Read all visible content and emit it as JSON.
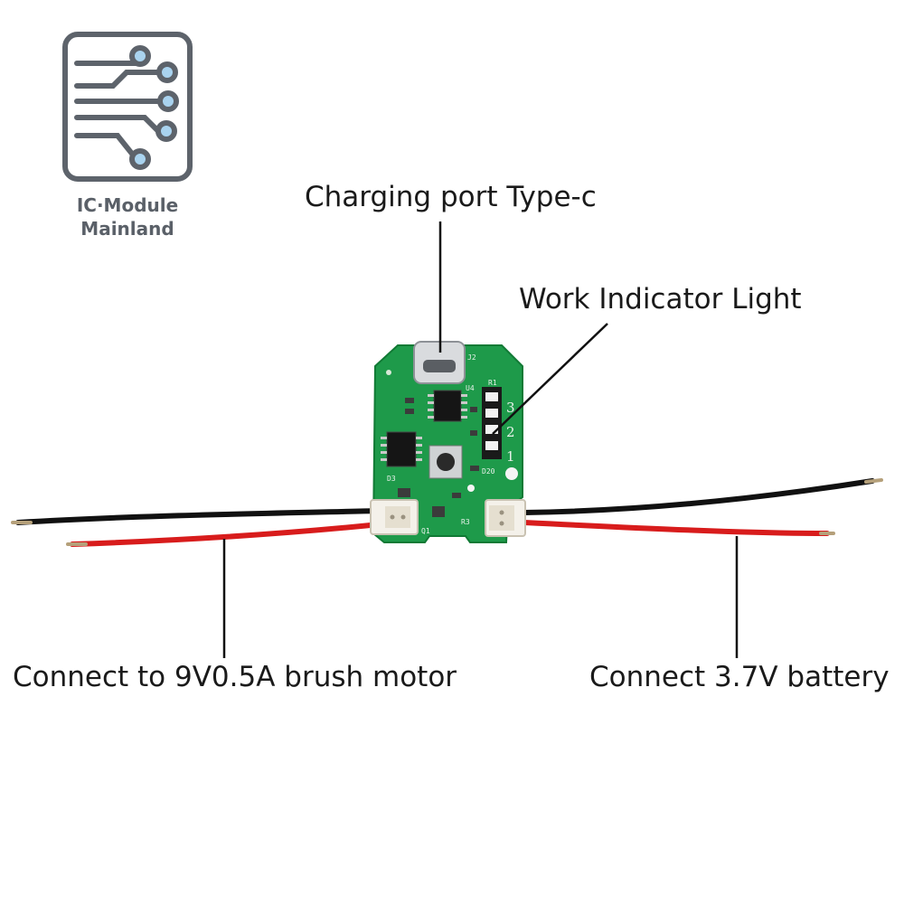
{
  "logo": {
    "line1": "IC·Module",
    "line2": "Mainland",
    "icon": "circuit-trace-icon"
  },
  "labels": {
    "charging_port": "Charging port Type-c",
    "work_indicator": "Work Indicator Light",
    "motor": "Connect to 9V0.5A brush motor",
    "battery": "Connect 3.7V battery"
  },
  "board": {
    "led_numbers": [
      "3",
      "2",
      "1"
    ],
    "silkscreen": [
      "J2",
      "U4",
      "R1",
      "D3",
      "R3",
      "D20",
      "Q1"
    ]
  },
  "colors": {
    "pcb": "#1e9a4a",
    "wire_red": "#d81c1c",
    "wire_black": "#111111",
    "connector": "#f4f1ea",
    "logo_blue": "#a9d3ef"
  }
}
